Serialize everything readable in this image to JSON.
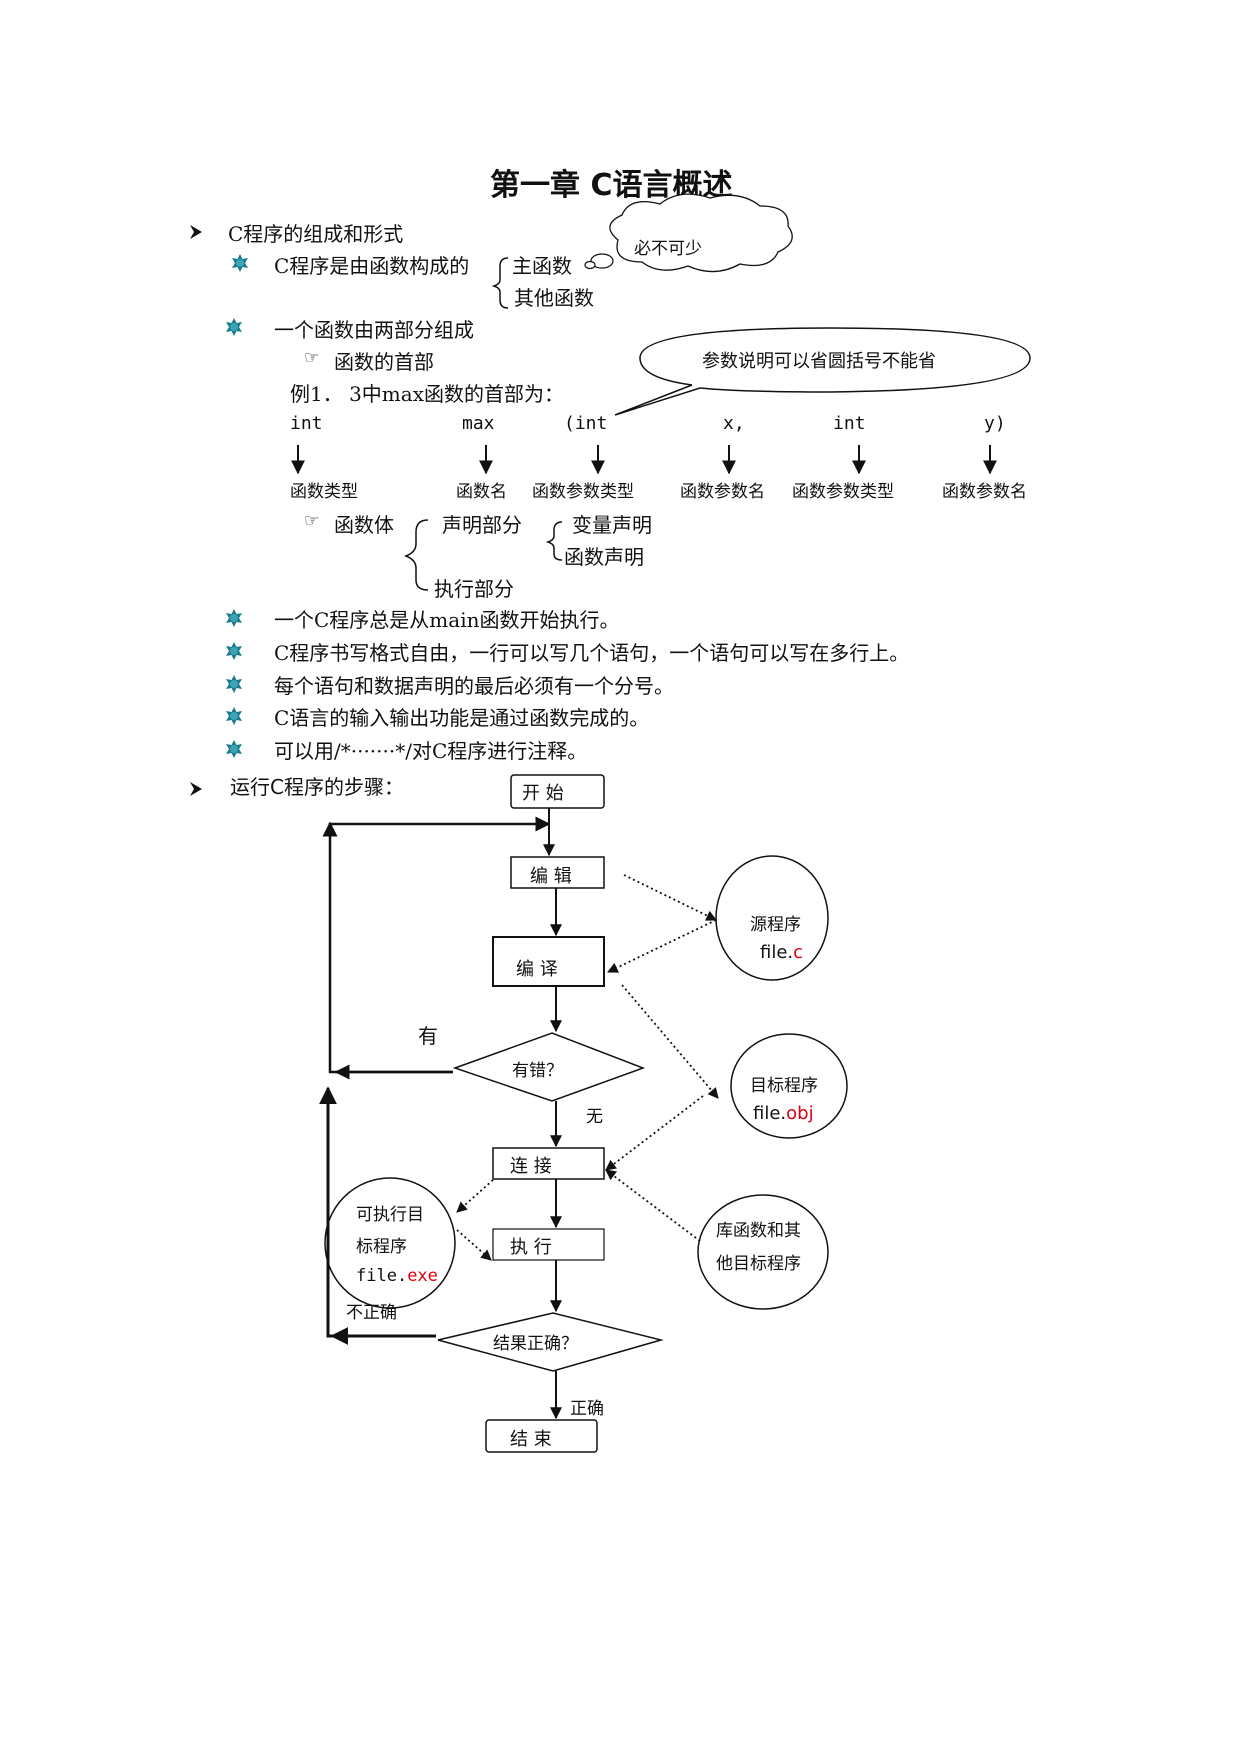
{
  "title": "第一章  C语言概述",
  "colors": {
    "star": "#1b7a8a",
    "accent_red": "#e0000f",
    "ink": "#111111"
  },
  "section1": {
    "heading": "C程序的组成和形式",
    "point1": "C程序是由函数构成的",
    "brace_items": [
      "主函数",
      "其他函数"
    ],
    "cloud_note": "必不可少",
    "point2": "一个函数由两部分组成",
    "sub_header": "函数的首部",
    "callout_note": "参数说明可以省圆括号不能省",
    "example_line": "例1．  3中max函数的首部为：",
    "tokens": [
      "int",
      "max",
      "(int",
      "x,",
      "int",
      "y)"
    ],
    "token_labels": [
      "函数类型",
      "函数名",
      "函数参数类型",
      "函数参数名",
      "函数参数类型",
      "函数参数名"
    ],
    "sub_body": "函数体",
    "body_parts": [
      "声明部分",
      "执行部分"
    ],
    "decl_parts": [
      "变量声明",
      "函数声明"
    ],
    "points": [
      "一个C程序总是从main函数开始执行。",
      "C程序书写格式自由，一行可以写几个语句，一个语句可以写在多行上。",
      "每个语句和数据声明的最后必须有一个分号。",
      "C语言的输入输出功能是通过函数完成的。",
      "可以用/*·······*/对C程序进行注释。"
    ]
  },
  "section2": {
    "heading": "运行C程序的步骤：",
    "flow": {
      "start": "开    始",
      "edit": "编    辑",
      "compile": "编    译",
      "has_error": "有错？",
      "label_yes": "有",
      "label_no": "无",
      "link": "连      接",
      "run": "执      行",
      "result_ok": "结果正确？",
      "label_incorrect": "不正确",
      "label_correct": "正确",
      "end": "结      束",
      "source_title": "源程序",
      "source_file_base": "file.",
      "source_file_ext": "c",
      "object_title": "目标程序",
      "object_file_base": "file.",
      "object_file_ext": "obj",
      "library_line1": "库函数和其",
      "library_line2": "他目标程序",
      "exe_line1": "可执行目",
      "exe_line2": "标程序",
      "exe_file_base": "file.",
      "exe_file_ext": "exe"
    }
  }
}
